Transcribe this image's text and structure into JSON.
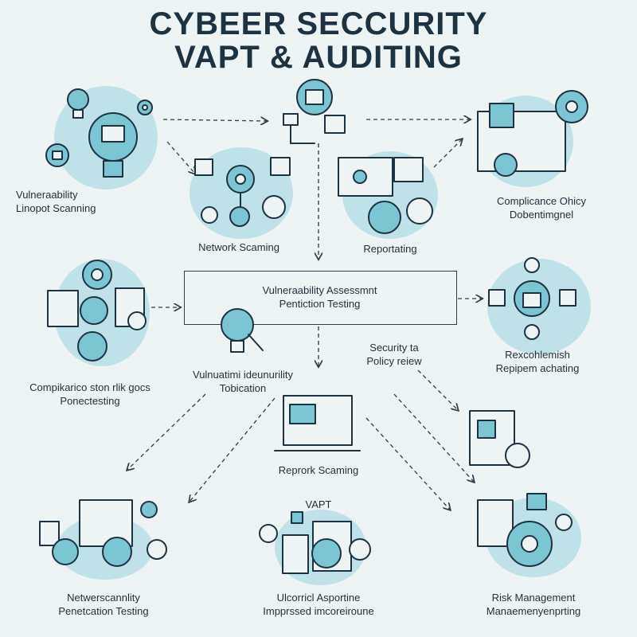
{
  "title": {
    "line1": "CYBEER SECCURITY",
    "line2": "VAPT & AUDITING"
  },
  "center_box": {
    "line1": "Vulneraability Assessmnt",
    "line2": "Pentiction Testing"
  },
  "nodes": {
    "vuln_scanning": {
      "line1": "Vulneraability",
      "line2": "Linopot Scanning"
    },
    "network_scanning": {
      "line1": "Network Scaming"
    },
    "reporting": {
      "line1": "Reportating"
    },
    "compliance_policy": {
      "line1": "Complicance Ohicy",
      "line2": "Dobentimgnel"
    },
    "compliance_risk": {
      "line1": "Compikarico ston rlik gocs",
      "line2": "Ponectesting"
    },
    "vuln_identification": {
      "line1": "Vulnuatimi ideunurility",
      "line2": "Tobication"
    },
    "security_policy": {
      "line1": "Security ta",
      "line2": "Policy reiew"
    },
    "rexco": {
      "line1": "Rexcohlemish",
      "line2": "Repipem achating"
    },
    "report_scanning": {
      "line1": "Reprork Scaming"
    },
    "vapt": {
      "line1": "VAPT"
    },
    "network_pentest": {
      "line1": "Netwerscannlity",
      "line2": "Penetcation Testing"
    },
    "incident": {
      "line1": "Ulcorricl Asportine",
      "line2": "Impprssed imcoreiroune"
    },
    "risk_management": {
      "line1": "Risk Management",
      "line2": "Manaemenyenprting"
    }
  },
  "colors": {
    "accent": "#7cc6d3",
    "blob": "#bfe2e8",
    "ink": "#1e3341",
    "background": "#eef3f3"
  }
}
